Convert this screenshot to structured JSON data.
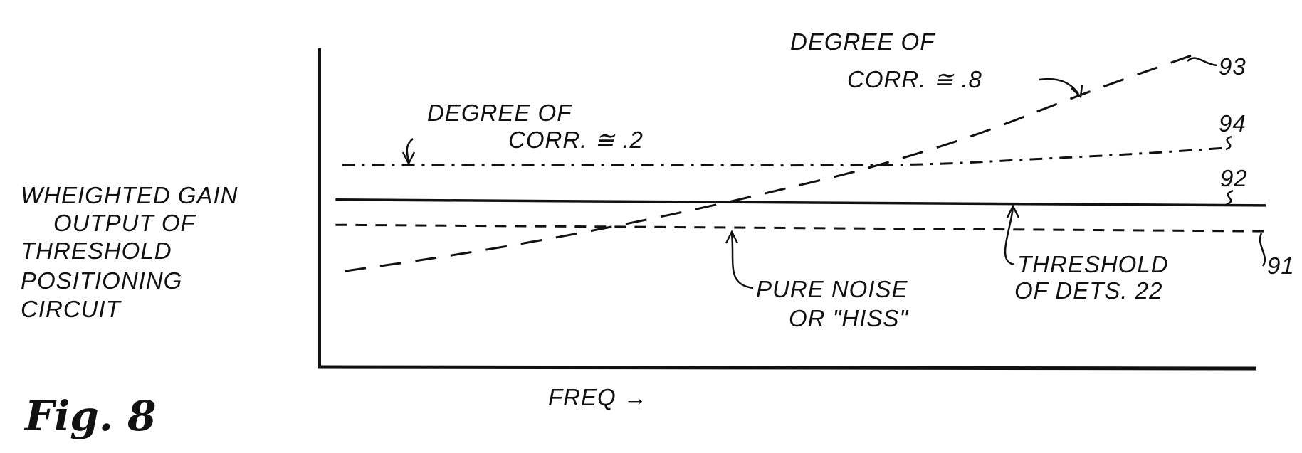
{
  "figure_label": "Fig. 8",
  "chart_data": {
    "type": "line",
    "title": "",
    "xlabel": "FREQ →",
    "ylabel": [
      "WHEIGHTED GAIN",
      "OUTPUT OF",
      "THRESHOLD",
      "POSITIONING",
      "CIRCUIT"
    ],
    "xlim": [
      0,
      102
    ],
    "ylim": [
      0,
      100
    ],
    "grid": false,
    "series": [
      {
        "name": "91",
        "style": "dashed",
        "x": [
          1.7,
          101
        ],
        "y": [
          44.6,
          42.6
        ]
      },
      {
        "name": "92",
        "style": "solid",
        "x": [
          1.7,
          101
        ],
        "y": [
          52.5,
          50.7
        ]
      },
      {
        "name": "94",
        "style": "dash-dot",
        "x": [
          2.4,
          30,
          54.6,
          66,
          76,
          87,
          97
        ],
        "y": [
          63.4,
          63.4,
          63.2,
          63.6,
          65.2,
          66.8,
          68.8
        ]
      },
      {
        "name": "93",
        "style": "long-dash",
        "x": [
          2.7,
          12,
          22.9,
          33,
          43,
          50,
          58,
          70,
          81,
          93.5
        ],
        "y": [
          30.1,
          34.0,
          39.3,
          45.0,
          51.3,
          56.2,
          61.8,
          72.5,
          85.3,
          98.2
        ]
      }
    ],
    "annotations": {
      "corr_high": [
        "DEGREE OF",
        "CORR. ≅ .8"
      ],
      "corr_low": [
        "DEGREE OF",
        "CORR. ≅ .2"
      ],
      "pure_noise": [
        "PURE NOISE",
        "OR \"HISS\""
      ],
      "threshold": [
        "THRESHOLD",
        "OF DETS. 22"
      ],
      "ref_93": "93",
      "ref_94": "94",
      "ref_92": "92",
      "ref_91": "91"
    }
  }
}
